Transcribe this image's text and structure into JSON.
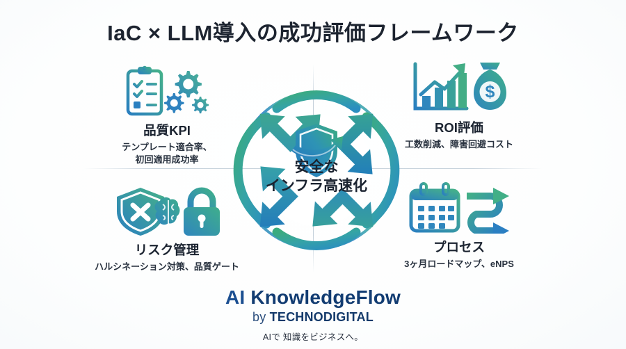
{
  "title": "IaC × LLM導入の成功評価フレームワーク",
  "center": {
    "line1": "安全な",
    "line2": "インフラ高速化",
    "icon": "shield-arrow-icon"
  },
  "quadrants": [
    {
      "id": "kpi",
      "title": "品質KPI",
      "sub_line1": "テンプレート適合率、",
      "sub_line2": "初回適用成功率",
      "icons": [
        "clipboard-checklist-icon",
        "gears-icon"
      ]
    },
    {
      "id": "roi",
      "title": "ROI評価",
      "sub_line1": "工数削減、障害回避コスト",
      "sub_line2": "",
      "icons": [
        "bar-chart-growth-icon",
        "money-bag-icon"
      ]
    },
    {
      "id": "risk",
      "title": "リスク管理",
      "sub_line1": "ハルシネーション対策、品質ゲート",
      "sub_line2": "",
      "icons": [
        "shield-cross-icon",
        "brain-icon",
        "padlock-icon"
      ]
    },
    {
      "id": "process",
      "title": "プロセス",
      "sub_line1": "3ヶ月ロードマップ、eNPS",
      "sub_line2": "",
      "icons": [
        "calendar-icon",
        "process-arrows-icon"
      ]
    }
  ],
  "footer": {
    "brand_prefix": "AI ",
    "brand_name": "KnowledgeFlow",
    "by_word": "by ",
    "company": "TECHNODIGITAL",
    "tagline": "AIで 知識をビジネスへ。"
  },
  "colors": {
    "blue": "#2580c4",
    "deep_blue": "#1f6fb2",
    "teal": "#3aa6b9",
    "green": "#3bab7e",
    "title_text": "#1d2430",
    "brand_text": "#1b4f91",
    "background": "#ffffff"
  }
}
